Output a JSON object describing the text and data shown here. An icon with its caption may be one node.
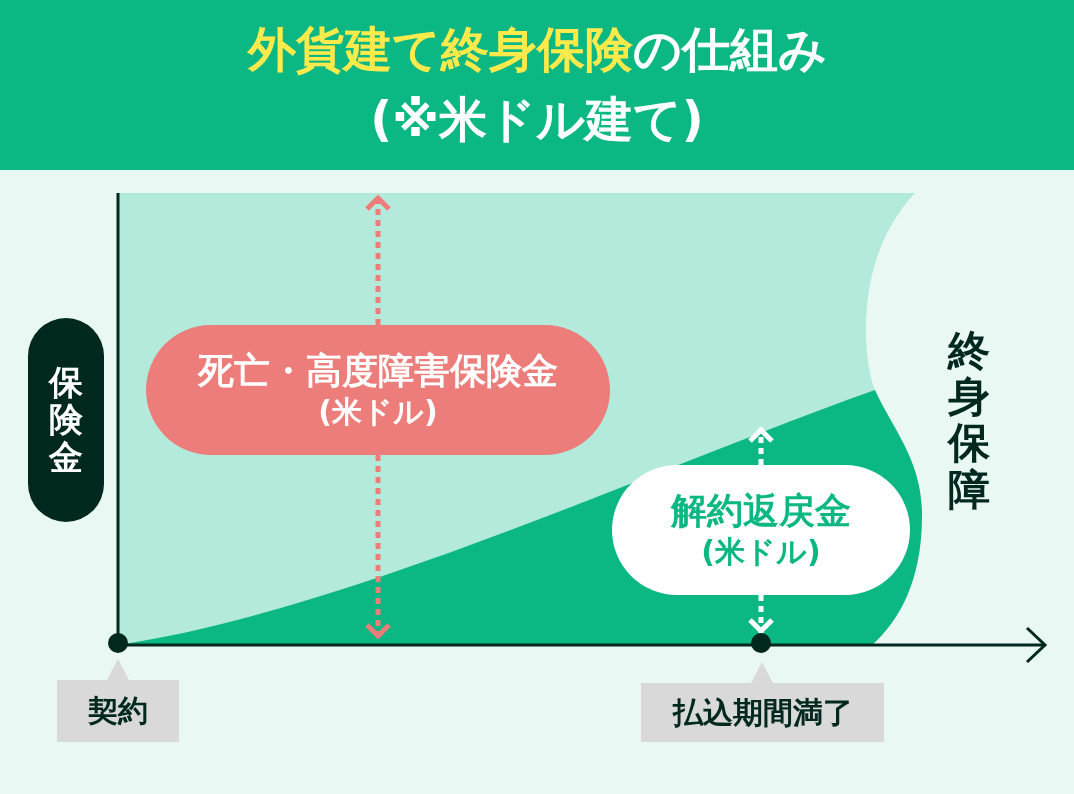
{
  "diagram": {
    "title": "**外貨建て終身保険**の仕組み(※米ドル建て)",
    "nodes": [
      {
        "text": [
          "保険金"
        ]
      },
      {
        "text": [
          "死亡・高度障害保険金",
          "(米ドル)"
        ]
      },
      {
        "text": [
          "解約返戻金",
          "(米ドル)"
        ]
      },
      {
        "text": [],
        "shape": "circle"
      },
      {
        "text": [],
        "shape": "circle"
      },
      {
        "text": [
          "契約"
        ]
      },
      {
        "text": [
          "払込期間満了"
        ]
      }
    ],
    "edges": [
      {
        "from": 1,
        "to": null,
        "arrow": "to",
        "style": "dashed",
        "color": "#ec7d7a"
      },
      {
        "from": 1,
        "to": null,
        "arrow": "to",
        "style": "dashed",
        "color": "#ec7d7a"
      },
      {
        "from": 2,
        "to": null,
        "arrow": "to",
        "style": "dashed",
        "color": "#ffffff"
      },
      {
        "from": 2,
        "to": 4,
        "arrow": "to",
        "style": "dashed",
        "color": "#ffffff"
      }
    ],
    "labels": [
      "終身保障"
    ]
  }
}
